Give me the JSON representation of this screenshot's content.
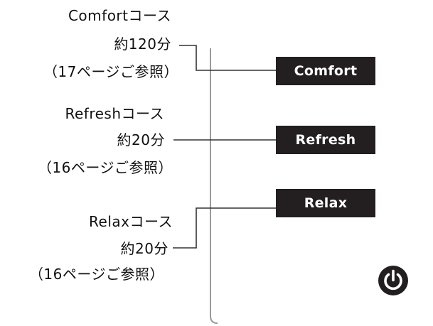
{
  "courses": [
    {
      "name_line": "Comfortコース",
      "time_line": "約120分",
      "ref_line": "（17ページご参照）",
      "button_label": "Comfort"
    },
    {
      "name_line": "Refreshコース",
      "time_line": "約20分",
      "ref_line": "（16ページご参照）",
      "button_label": "Refresh"
    },
    {
      "name_line": "Relaxコース",
      "time_line": "約20分",
      "ref_line": "（16ページご参照）",
      "button_label": "Relax"
    }
  ],
  "power": {
    "icon": "power-icon",
    "color": "#231f20"
  },
  "colors": {
    "button_bg": "#231f20",
    "button_text": "#ffffff",
    "line": "#333333",
    "panel_edge": "#9a9a9a"
  }
}
